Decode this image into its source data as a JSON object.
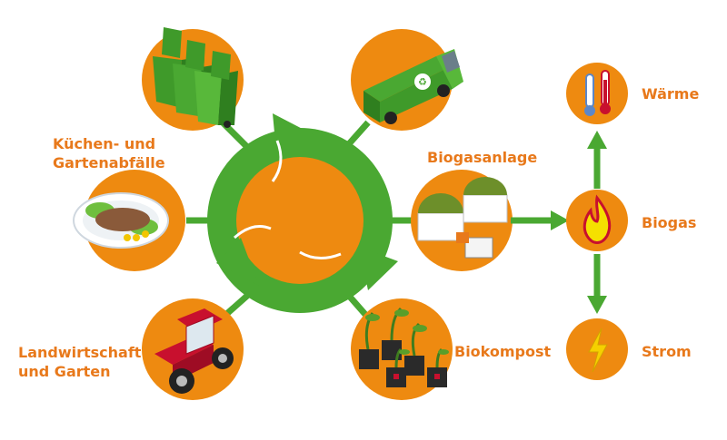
{
  "colors": {
    "orange": "#ee8a10",
    "green": "#4aa832",
    "green_dark": "#2f8a22",
    "label": "#e8791b"
  },
  "icons": {
    "bins": "waste-bins-icon",
    "truck": "garbage-truck-icon",
    "food": "food-plate-icon",
    "plant": "biogas-plant-icon",
    "tractor": "tractor-icon",
    "compost": "potted-plants-icon",
    "heat": "thermometer-icon",
    "gas": "flame-icon",
    "power": "lightning-icon",
    "cycle": "recycling-cycle-icon"
  },
  "labels": {
    "waste_line1": "Küchen- und",
    "waste_line2": "Gartenabfälle",
    "biogas_plant": "Biogasanlage",
    "farming_line1": "Landwirtschaft",
    "farming_line2": "und Garten",
    "compost": "Biokompost",
    "heat": "Wärme",
    "biogas": "Biogas",
    "power": "Strom"
  }
}
